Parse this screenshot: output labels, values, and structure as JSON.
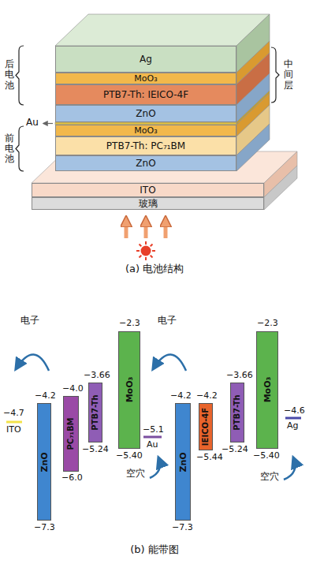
{
  "diagram": {
    "nodes": [
      {
        "text": [
          "Ag"
        ]
      },
      {
        "text": [
          "MoO₃"
        ]
      },
      {
        "text": [
          "PTB7-Th: IEICO-4F"
        ]
      },
      {
        "text": [
          "ZnO"
        ]
      },
      {
        "text": [
          "MoO₃"
        ]
      },
      {
        "text": [
          "PTB7-Th: PC₇₁BM"
        ]
      },
      {
        "text": [
          "ZnO"
        ]
      },
      {
        "text": [
          "ITO"
        ]
      },
      {
        "text": [
          "玻璃"
        ]
      },
      {
        "text": [
          "ZnO"
        ]
      },
      {
        "text": [
          "PC₇₁BM"
        ]
      },
      {
        "text": [
          "PTB7-Th"
        ]
      },
      {
        "text": [
          "MoO₃"
        ]
      },
      {
        "text": [
          "ZnO"
        ]
      },
      {
        "text": [
          "IEICO-4F"
        ]
      },
      {
        "text": [
          "PTB7-Th"
        ]
      },
      {
        "text": [
          "MoO₃"
        ]
      }
    ],
    "labels": [
      "后电池",
      "中间层",
      "Au",
      "前电池",
      "(a) 电池结构",
      "电子",
      "−4.7",
      "ITO",
      "−4.2",
      "−4.0",
      "−3.66",
      "−2.3",
      "−5.24",
      "−5.40",
      "−6.0",
      "−7.3",
      "−5.1",
      "Au",
      "电子",
      "−4.2",
      "−4.2",
      "−3.66",
      "−2.3",
      "−4.6",
      "Ag",
      "−5.44",
      "−5.24",
      "−5.40",
      "−7.3",
      "空穴",
      "空穴",
      "(b) 能带图"
    ]
  }
}
